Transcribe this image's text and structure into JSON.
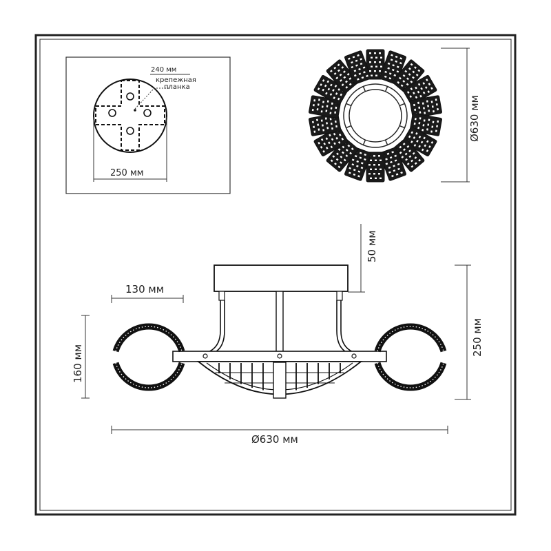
{
  "labels": {
    "plate_width": "240 мм",
    "plate_name_line1": "крепежная",
    "plate_name_line2": "планка",
    "base_diameter": "250 мм",
    "top_view_diameter": "Ø630 мм",
    "canopy_height": "50 мм",
    "ring_offset": "130 мм",
    "total_height": "250 мм",
    "ring_height": "160 мм",
    "total_diameter": "Ø630 мм"
  },
  "top_view": {
    "petal_count": 18
  },
  "colors": {
    "line": "#111111",
    "frame": "#222222",
    "background": "#ffffff"
  }
}
